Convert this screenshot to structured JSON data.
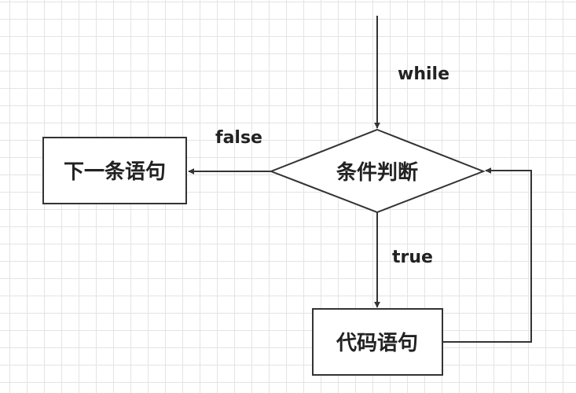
{
  "nodes": {
    "condition": "条件判断",
    "next_statement": "下一条语句",
    "code_statement": "代码语句"
  },
  "edges": {
    "entry_label": "while",
    "false_label": "false",
    "true_label": "true"
  },
  "colors": {
    "stroke": "#333333",
    "fill": "#ffffff",
    "grid": "#e4e4e4"
  }
}
